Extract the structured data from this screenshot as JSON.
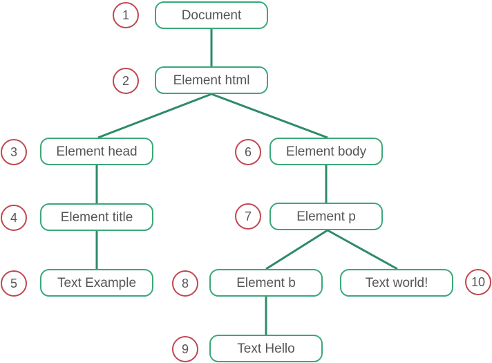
{
  "colors": {
    "node_border": "#3aa87a",
    "edge": "#2e8b68",
    "badge_border": "#c0464f",
    "text": "#555555"
  },
  "nodes": [
    {
      "id": "document",
      "label": "Document",
      "badge": "1"
    },
    {
      "id": "html",
      "label": "Element html",
      "badge": "2"
    },
    {
      "id": "head",
      "label": "Element head",
      "badge": "3"
    },
    {
      "id": "title",
      "label": "Element title",
      "badge": "4"
    },
    {
      "id": "text-example",
      "label": "Text Example",
      "badge": "5"
    },
    {
      "id": "body",
      "label": "Element body",
      "badge": "6"
    },
    {
      "id": "p",
      "label": "Element p",
      "badge": "7"
    },
    {
      "id": "b",
      "label": "Element b",
      "badge": "8"
    },
    {
      "id": "text-hello",
      "label": "Text Hello",
      "badge": "9"
    },
    {
      "id": "text-world",
      "label": "Text world!",
      "badge": "10"
    }
  ],
  "edges": [
    [
      "document",
      "html"
    ],
    [
      "html",
      "head"
    ],
    [
      "html",
      "body"
    ],
    [
      "head",
      "title"
    ],
    [
      "title",
      "text-example"
    ],
    [
      "body",
      "p"
    ],
    [
      "p",
      "b"
    ],
    [
      "p",
      "text-world"
    ],
    [
      "b",
      "text-hello"
    ]
  ]
}
